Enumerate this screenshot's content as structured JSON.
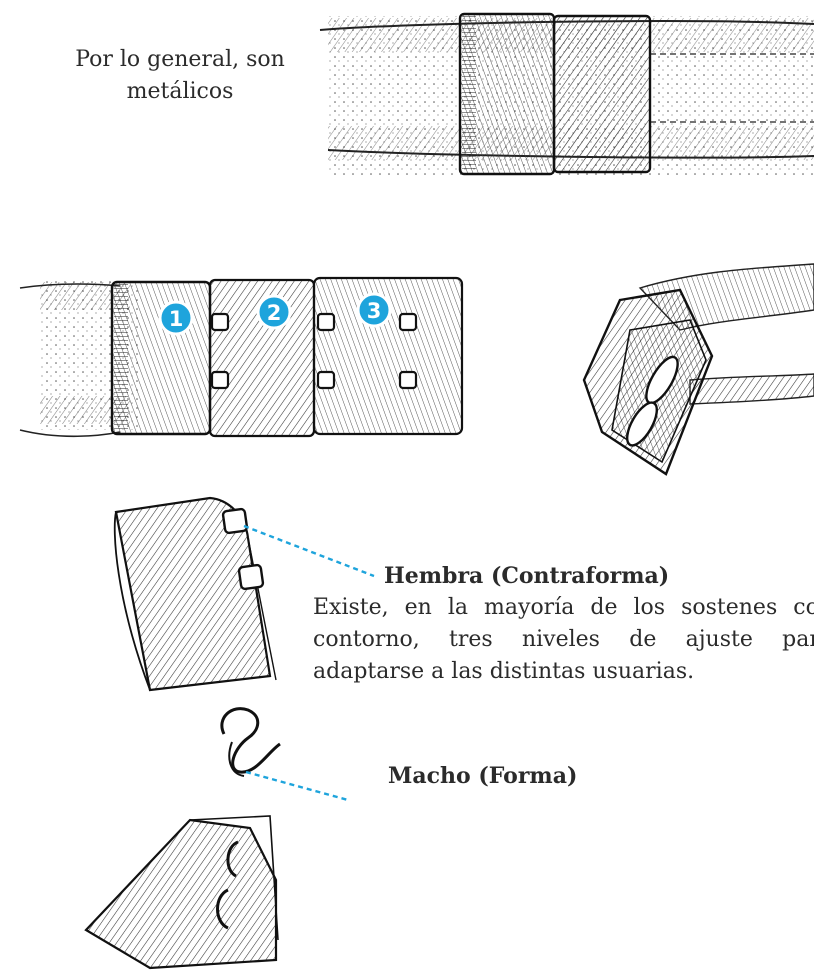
{
  "intro_note": "Por lo general, son metálicos",
  "adjust_levels": [
    {
      "number": "1"
    },
    {
      "number": "2"
    },
    {
      "number": "3"
    }
  ],
  "female_part": {
    "title": "Hembra (Contraforma)",
    "description": "Existe, en la mayoría de los sostenes con contorno, tres niveles de ajuste para adaptarse a las distintas usuarias."
  },
  "male_part": {
    "title": "Macho (Forma)"
  },
  "colors": {
    "accent": "#1ea4dc",
    "ink": "#2b2b2b"
  }
}
